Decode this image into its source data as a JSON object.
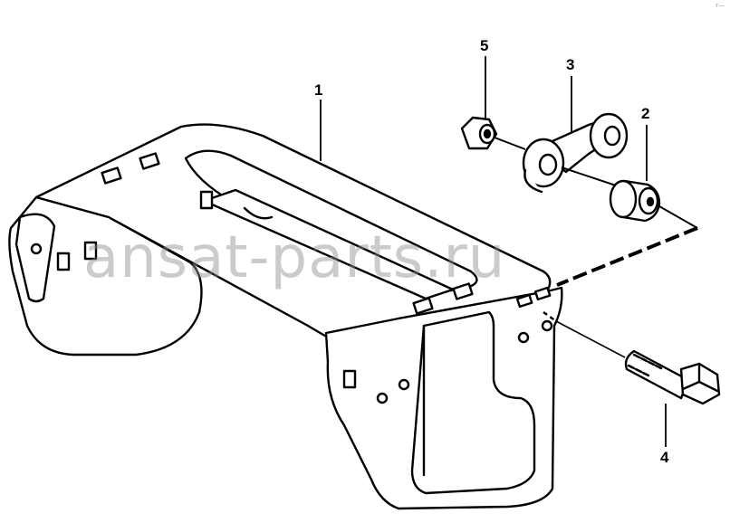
{
  "diagram": {
    "callouts": [
      {
        "id": "part-1",
        "label": "1"
      },
      {
        "id": "part-2",
        "label": "2"
      },
      {
        "id": "part-3",
        "label": "3"
      },
      {
        "id": "part-4",
        "label": "4"
      },
      {
        "id": "part-5",
        "label": "5"
      }
    ],
    "watermark": "ansat-parts.ru",
    "corner_mark": "r—"
  }
}
